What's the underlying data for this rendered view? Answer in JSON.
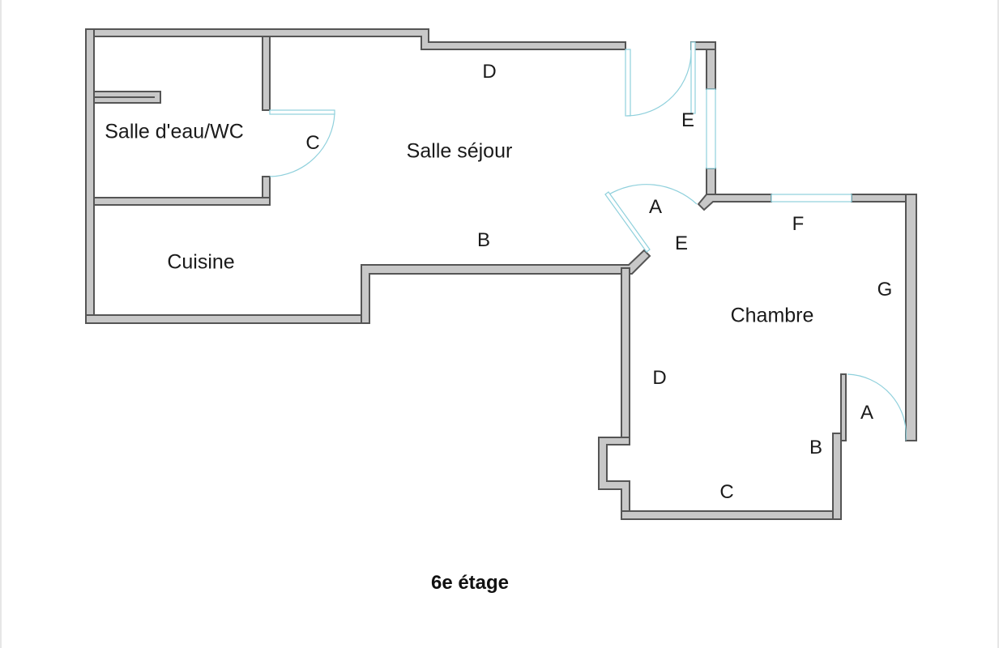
{
  "rooms": {
    "salle_eau": "Salle d'eau/WC",
    "sejour": "Salle séjour",
    "cuisine": "Cuisine",
    "chambre": "Chambre"
  },
  "wall_labels": {
    "sejour_d": "D",
    "sejour_e": "E",
    "sejour_c": "C",
    "sejour_b": "B",
    "sejour_a": "A",
    "chambre_e": "E",
    "chambre_f": "F",
    "chambre_g": "G",
    "chambre_d": "D",
    "chambre_a": "A",
    "chambre_b": "B",
    "chambre_c": "C"
  },
  "floor": "6e étage",
  "colors": {
    "wall_fill": "#c8c8c8",
    "wall_stroke": "#555555",
    "opening": "#8fd0dc"
  }
}
